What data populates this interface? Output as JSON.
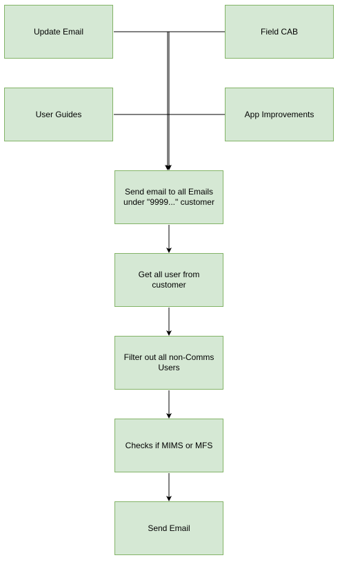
{
  "diagram": {
    "nodes": {
      "update_email": "Update Email",
      "field_cab": "Field CAB",
      "user_guides": "User Guides",
      "app_improvements": "App Improvements",
      "send_email_all": "Send email to all Emails under \"9999...\" customer",
      "get_all_users": "Get all user from customer",
      "filter_non_comms": "Filter out all non-Comms Users",
      "checks_mims_mfs": "Checks if MIMS or MFS",
      "send_email": "Send Email"
    },
    "edges": [
      {
        "from": "update_email",
        "to": "send_email_all"
      },
      {
        "from": "field_cab",
        "to": "send_email_all"
      },
      {
        "from": "user_guides",
        "to": "send_email_all"
      },
      {
        "from": "app_improvements",
        "to": "send_email_all"
      },
      {
        "from": "send_email_all",
        "to": "get_all_users"
      },
      {
        "from": "get_all_users",
        "to": "filter_non_comms"
      },
      {
        "from": "filter_non_comms",
        "to": "checks_mims_mfs"
      },
      {
        "from": "checks_mims_mfs",
        "to": "send_email"
      }
    ],
    "colors": {
      "node_fill": "#d5e8d4",
      "node_stroke": "#82b366",
      "edge": "#000000"
    }
  }
}
